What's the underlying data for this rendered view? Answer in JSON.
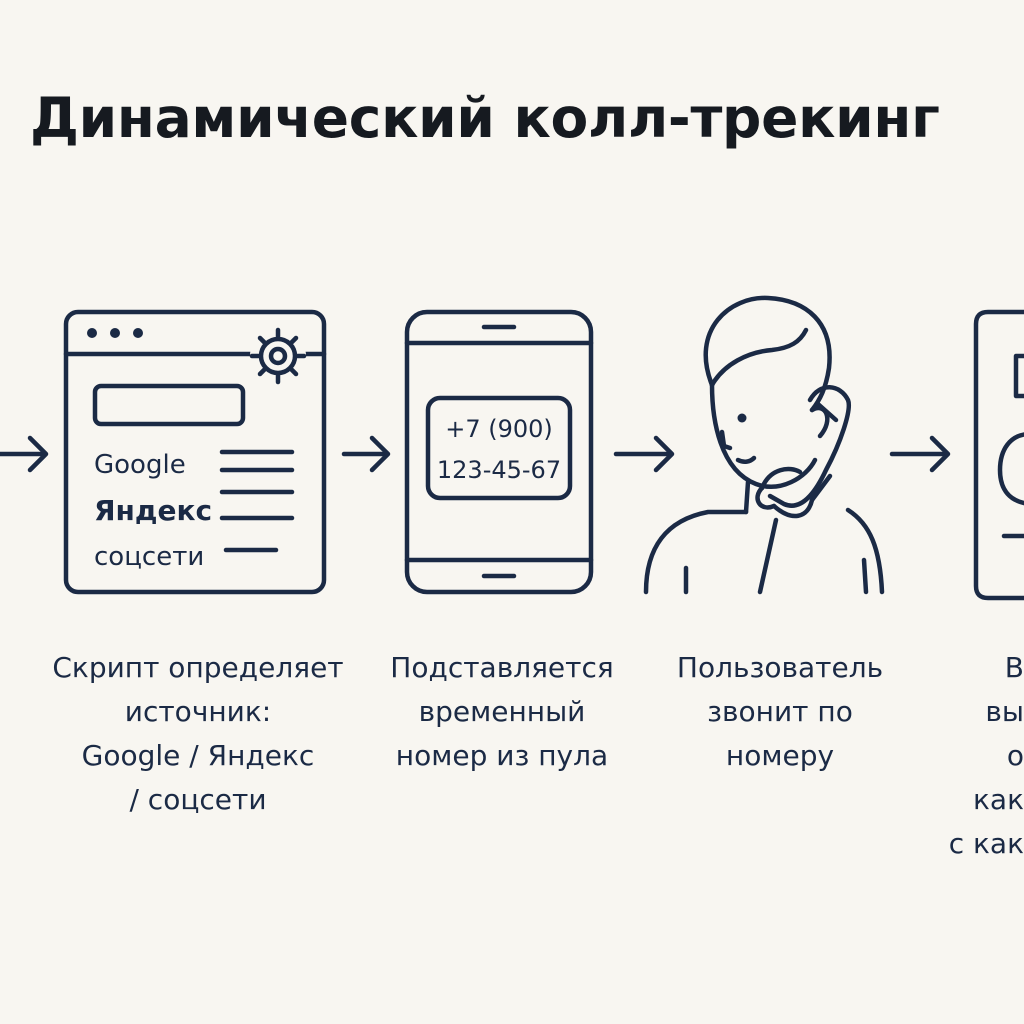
{
  "title": "Динамический колл-трекинг",
  "steps": [
    {
      "caption": "Скрипт определяет\nисточник:\nGoogle / Яндекс\n/ соцсети",
      "sources": [
        "Google",
        "Яндекс",
        "соцсети"
      ]
    },
    {
      "caption": "Подставляется\nвременный\nномер из пула",
      "phone_line1": "+7 (900)",
      "phone_line2": "123-45-67"
    },
    {
      "caption": "Пользователь\nзвонит по\nномеру"
    },
    {
      "caption": "В\nвы\nо\nкак\nс как"
    }
  ],
  "colors": {
    "background": "#f8f6f1",
    "stroke": "#1b2a45",
    "title": "#161a20"
  }
}
